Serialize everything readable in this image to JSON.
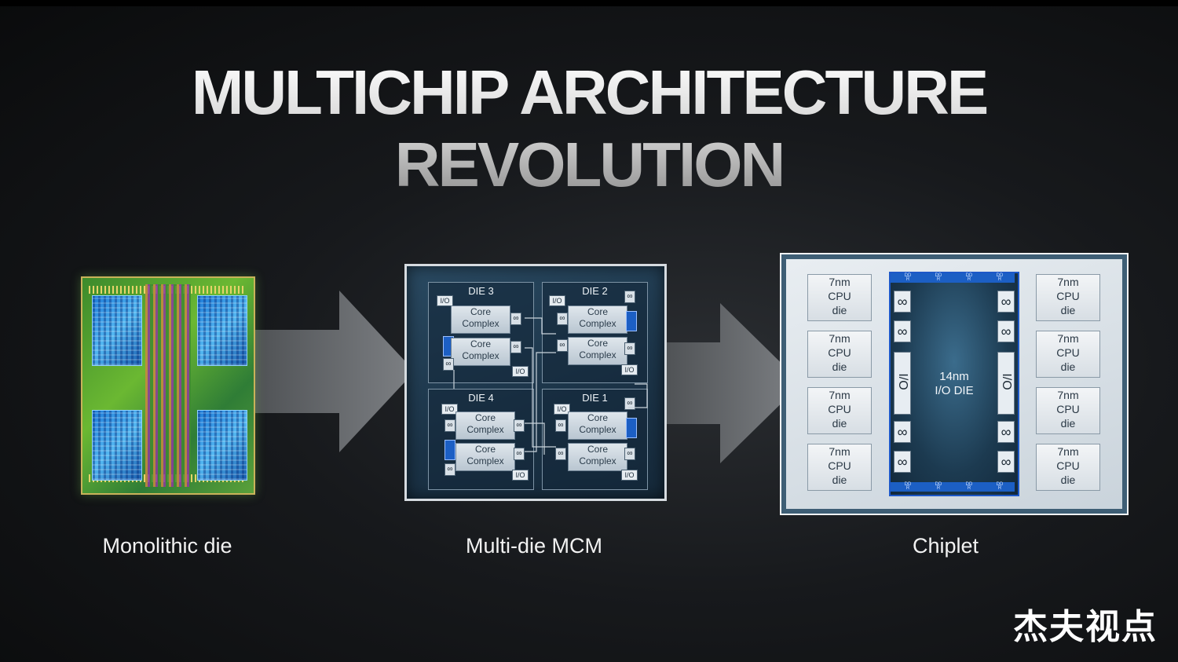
{
  "title": "MULTICHIP ARCHITECTURE REVOLUTION",
  "captions": {
    "mono": "Monolithic die",
    "mcm": "Multi-die MCM",
    "chiplet": "Chiplet"
  },
  "watermark": "杰夫视点",
  "mcm": {
    "die3": "DIE 3",
    "die2": "DIE 2",
    "die4": "DIE 4",
    "die1": "DIE 1",
    "io": "I/O",
    "inf": "∞",
    "core_a": "Core",
    "core_b": "Complex"
  },
  "chiplet": {
    "cpu_l1": "7nm",
    "cpu_l2": "CPU",
    "cpu_l3": "die",
    "io_die_l1": "14nm",
    "io_die_l2": "I/O DIE",
    "side_io": "I/O",
    "inf": "∞",
    "ddr_a": "DD",
    "ddr_b": "R"
  },
  "colors": {
    "background": "#141619",
    "arrow": "#6a6d70",
    "ddr": "#1c5fc4",
    "mcm_bg": "#1b3347",
    "chip_border": "#3e5e75"
  }
}
